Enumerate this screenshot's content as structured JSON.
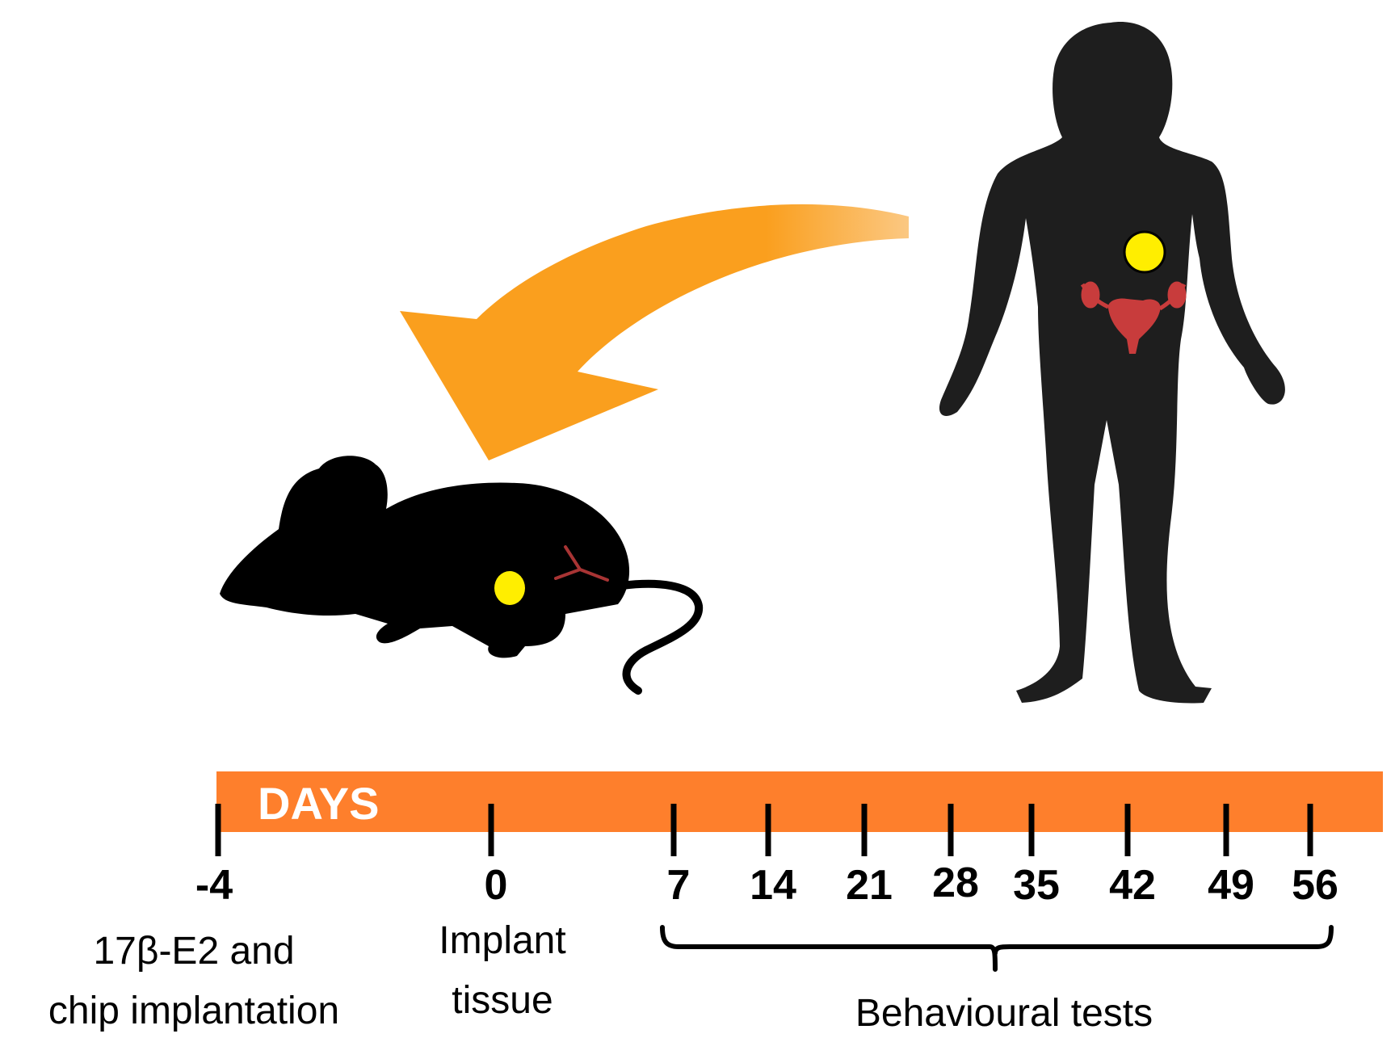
{
  "timeline": {
    "bar_label": "DAYS",
    "ticks": [
      {
        "day": -4,
        "label": "-4"
      },
      {
        "day": 0,
        "label": "0"
      },
      {
        "day": 7,
        "label": "7"
      },
      {
        "day": 14,
        "label": "14"
      },
      {
        "day": 21,
        "label": "21"
      },
      {
        "day": 28,
        "label": "28"
      },
      {
        "day": 35,
        "label": "35"
      },
      {
        "day": 42,
        "label": "42"
      },
      {
        "day": 49,
        "label": "49"
      },
      {
        "day": 56,
        "label": "56"
      }
    ],
    "annotations": {
      "implantation_line1": "17β-E2 and",
      "implantation_line2": "chip implantation",
      "implant_tissue_line1": "Implant",
      "implant_tissue_line2": "tissue",
      "behavioural_tests": "Behavioural tests"
    }
  },
  "colors": {
    "timeline_bar": "#fe7f2c",
    "arrow": "#fa9f1e",
    "silhouette": "#000000",
    "human_silhouette": "#1e1e1e",
    "implant_dot": "#ffee00",
    "uterus": "#c83c3c",
    "bar_text": "#ffffff"
  },
  "icons": [
    "mouse-silhouette-icon",
    "human-silhouette-icon",
    "transfer-arrow-icon",
    "uterus-icon"
  ]
}
